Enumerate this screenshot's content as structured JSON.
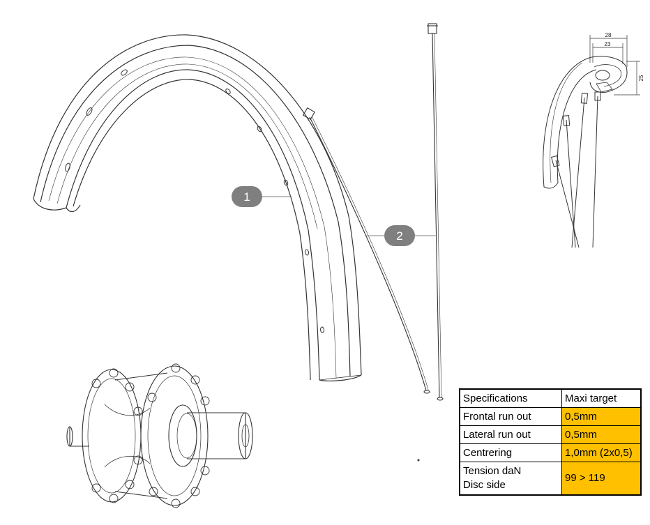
{
  "diagram": {
    "callouts": [
      {
        "id": "1",
        "label": "1",
        "part": "rim"
      },
      {
        "id": "2",
        "label": "2",
        "part": "spoke"
      }
    ],
    "rim_section_dimensions": {
      "outer_width": "28",
      "inner_width": "23",
      "height": "25"
    }
  },
  "spec_table": {
    "headers": [
      "Specifications",
      "Maxi target"
    ],
    "rows": [
      {
        "label": "Frontal run out",
        "value": "0,5mm"
      },
      {
        "label": "Lateral run out",
        "value": "0,5mm"
      },
      {
        "label": "Centrering",
        "value": "1,0mm (2x0,5)"
      },
      {
        "label": "Tension daN",
        "label2": "Disc side",
        "value": "99 > 119"
      }
    ],
    "value_color": "#ffc000"
  },
  "colors": {
    "line": "#333333",
    "callout_fill": "#7f7f7f"
  }
}
